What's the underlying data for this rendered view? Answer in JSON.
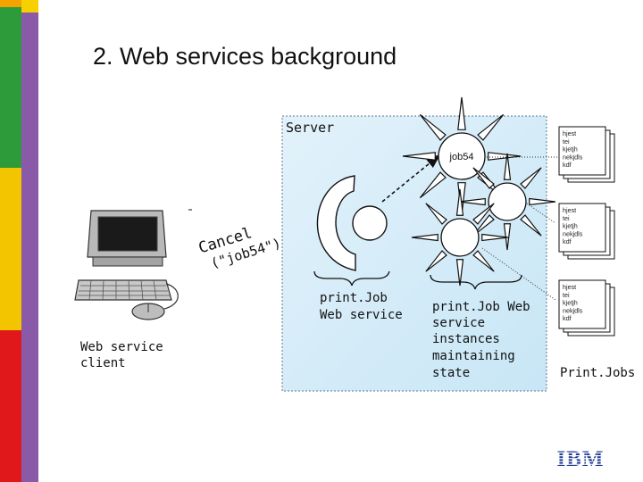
{
  "slide": {
    "title": "2. Web services background",
    "stripe_colors": [
      "#f5a300",
      "#2e9b3a",
      "#f3c400",
      "#e0181c",
      "#8a5aa8",
      "#f6d000"
    ]
  },
  "diagram": {
    "server_label": "Server",
    "job_label": "job54",
    "cancel_text": "Cancel",
    "cancel_arg": "(\"job54\")",
    "service_label": [
      "print.Job",
      "Web service"
    ],
    "instances_label": [
      "print.Job Web",
      "service",
      "instances",
      "maintaining",
      "state"
    ],
    "client_label": [
      "Web service",
      "client"
    ],
    "printjobs_label": "Print.Jobs",
    "doc_lines": [
      "hjest",
      "tei",
      "kjetjh",
      "nekjdls",
      "kdf"
    ]
  },
  "logo": {
    "name": "IBM",
    "color": "#1f3b93"
  }
}
